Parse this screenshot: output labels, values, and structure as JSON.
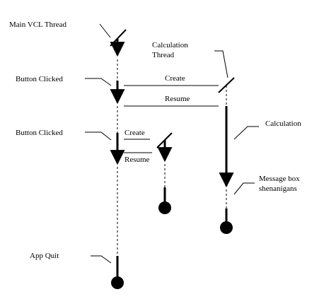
{
  "labels": {
    "main_thread": "Main VCL Thread",
    "calc_thread_line1": "Calculation",
    "calc_thread_line2": "Thread",
    "button_clicked_1": "Button Clicked",
    "create_1": "Create",
    "resume_1": "Resume",
    "calculation": "Calculation",
    "button_clicked_2": "Button Clicked",
    "create_2": "Create",
    "resume_2": "Resume",
    "message_box_line1": "Message box",
    "message_box_line2": "shenanigans",
    "app_quit": "App Quit"
  },
  "colors": {
    "ink": "#000000",
    "background": "#ffffff"
  }
}
